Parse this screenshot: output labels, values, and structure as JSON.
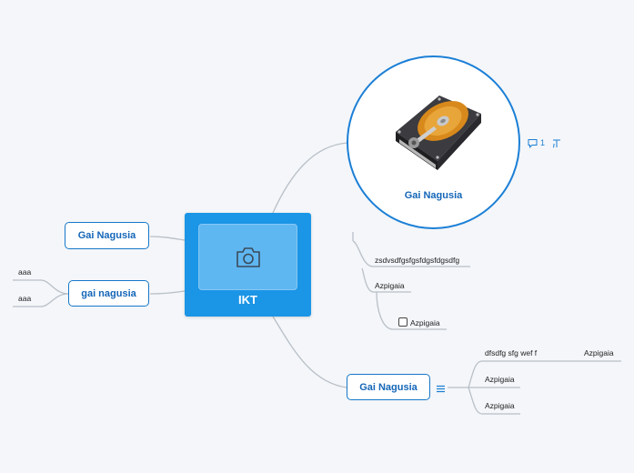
{
  "map": {
    "central": {
      "title": "IKT",
      "icon": "camera-icon"
    },
    "image_topic": {
      "label": "Gai Nagusia",
      "image": "hard-drive-image"
    },
    "badge": {
      "comment_count": "1",
      "comment_icon": "comment-icon",
      "extra_icon": "task-icon"
    },
    "left_topic_1": {
      "label": "Gai Nagusia"
    },
    "left_topic_2": {
      "label": "gai nagusia",
      "children": [
        "aaa",
        "aaa"
      ]
    },
    "middle_notes": {
      "item1": "zsdvsdfgsfgsfdgsfdgsdfg",
      "item2": "Azpigaia",
      "item2_child": "Azpigaia"
    },
    "bottom_topic": {
      "label": "Gai Nagusia",
      "list_icon": "list-icon",
      "children": [
        "dfsdfg sfg wef f",
        "Azpigaia",
        "Azpigaia"
      ],
      "grandchild": "Azpigaia"
    }
  },
  "colors": {
    "central_fill": "#1b95e6",
    "topic_border": "#1677c8",
    "connector": "#b9c0c8",
    "background": "#f4f6f9"
  }
}
